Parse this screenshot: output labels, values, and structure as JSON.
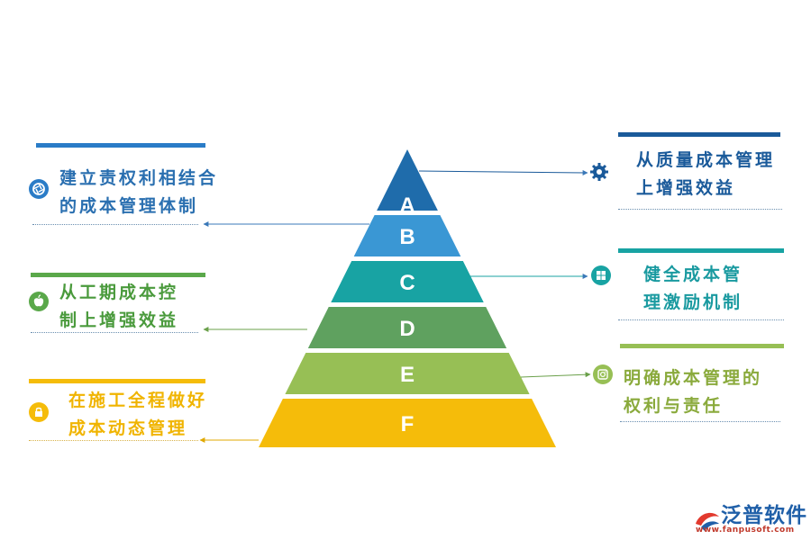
{
  "pyramid": {
    "levels": [
      {
        "letter": "A",
        "color": "#1f6cab"
      },
      {
        "letter": "B",
        "color": "#3a97d4"
      },
      {
        "letter": "C",
        "color": "#18a3a3"
      },
      {
        "letter": "D",
        "color": "#5fa15f"
      },
      {
        "letter": "E",
        "color": "#97bf55"
      },
      {
        "letter": "F",
        "color": "#f5bc0a"
      }
    ]
  },
  "left": [
    {
      "line1": "建立责权利相结合",
      "line2": "的成本管理体制",
      "color": "#2a6fb0",
      "icon": "aperture-icon"
    },
    {
      "line1": "从工期成本控",
      "line2": "制上增强效益",
      "color": "#4a9a3c",
      "icon": "apple-icon"
    },
    {
      "line1": "在施工全程做好",
      "line2": "成本动态管理",
      "color": "#f0b400",
      "icon": "lock-icon"
    }
  ],
  "right": [
    {
      "line1": "从质量成本管理",
      "line2": "上增强效益",
      "color": "#1a5a9a",
      "icon": "gear-icon"
    },
    {
      "line1": "健全成本管",
      "line2": "理激励机制",
      "color": "#1a9aa0",
      "icon": "windows-icon"
    },
    {
      "line1": "明确成本管理的",
      "line2": "权利与责任",
      "color": "#8aaa3c",
      "icon": "instagram-icon"
    }
  ],
  "logo": {
    "name": "泛普软件",
    "url": "www.fanpusoft.com"
  }
}
